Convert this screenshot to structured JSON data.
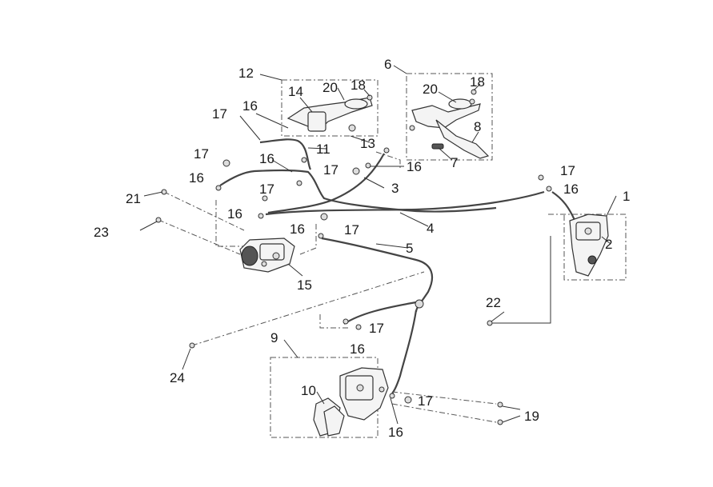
{
  "callouts": {
    "c1": "1",
    "c2": "2",
    "c3": "3",
    "c4": "4",
    "c5": "5",
    "c6": "6",
    "c7": "7",
    "c8": "8",
    "c9": "9",
    "c10": "10",
    "c11": "11",
    "c12": "12",
    "c13": "13",
    "c14": "14",
    "c15": "15",
    "c16a": "16",
    "c16b": "16",
    "c16c": "16",
    "c16d": "16",
    "c16e": "16",
    "c16f": "16",
    "c16g": "16",
    "c16h": "16",
    "c16i": "16",
    "c17a": "17",
    "c17b": "17",
    "c17c": "17",
    "c17d": "17",
    "c17e": "17",
    "c17f": "17",
    "c17g": "17",
    "c17h": "17",
    "c18a": "18",
    "c18b": "18",
    "c19": "19",
    "c20a": "20",
    "c20b": "20",
    "c21": "21",
    "c22": "22",
    "c23": "23",
    "c24": "24"
  },
  "colors": {
    "line": "#333333",
    "background": "#ffffff"
  }
}
